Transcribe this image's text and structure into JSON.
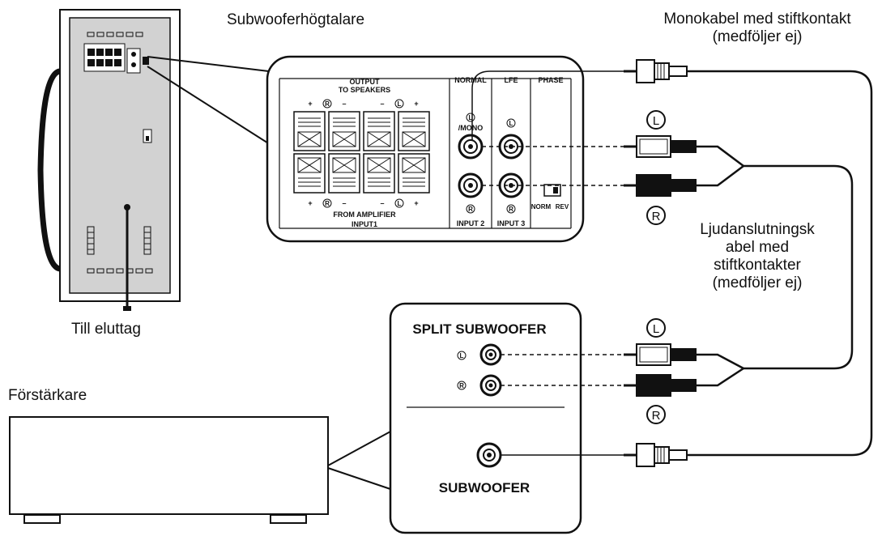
{
  "labels": {
    "subwoofer_speaker": "Subwooferhögtalare",
    "mono_cable_line1": "Monokabel med stiftkontakt",
    "mono_cable_line2": "(medföljer ej)",
    "to_outlet": "Till eluttag",
    "amplifier": "Förstärkare",
    "audio_cable_line1": "Ljudanslutningsk",
    "audio_cable_line2": "abel med",
    "audio_cable_line3": "stiftkontakter",
    "audio_cable_line4": "(medföljer ej)"
  },
  "sub_panel": {
    "output_line1": "OUTPUT",
    "output_line2": "TO SPEAKERS",
    "from_amplifier": "FROM AMPLIFIER",
    "input1": "INPUT1",
    "normal": "NORMAL",
    "lfe": "LFE",
    "phase": "PHASE",
    "mono": "/MONO",
    "input2": "INPUT 2",
    "input3": "INPUT 3",
    "norm": "NORM",
    "rev": "REV",
    "plus": "+",
    "minus": "–",
    "left_mark": "L",
    "right_mark": "R"
  },
  "amp_panel": {
    "split_subwoofer": "SPLIT SUBWOOFER",
    "subwoofer": "SUBWOOFER",
    "left_mark": "L",
    "right_mark": "R"
  },
  "colors": {
    "line": "#111111",
    "device_fill": "#d2d2d2",
    "panel_fill": "#ffffff"
  }
}
